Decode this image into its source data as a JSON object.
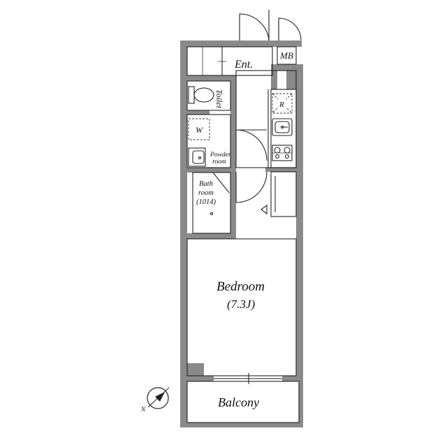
{
  "rooms": {
    "entrance": "Ent.",
    "meter_box": "MB",
    "toilet": "Toilet",
    "washer": "W",
    "powder_line1": "Powder",
    "powder_line2": "room",
    "bath_line1": "Bath",
    "bath_line2": "room",
    "bath_size": "(1014)",
    "fridge": "R",
    "bedroom": "Bedroom",
    "bedroom_size": "(7.3J)",
    "balcony": "Balcony"
  },
  "compass": {
    "north_label": "N",
    "icon": "north-arrow-icon"
  },
  "colors": {
    "wall": "#8a8a8a",
    "line": "#222222",
    "background": "#ffffff"
  }
}
